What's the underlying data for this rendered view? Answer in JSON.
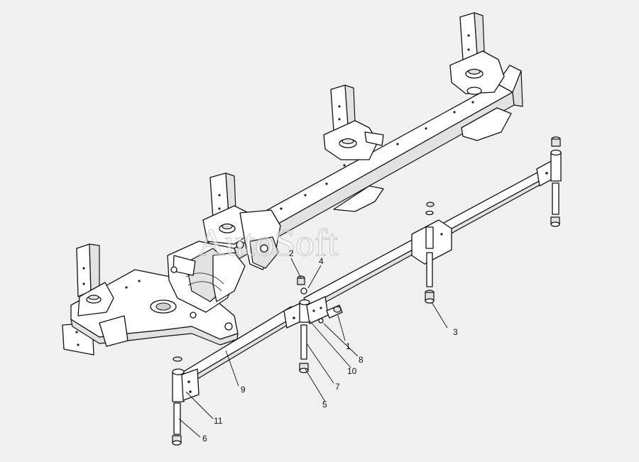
{
  "watermark": "AutoSoft",
  "callouts": [
    {
      "id": "c1",
      "label": "1"
    },
    {
      "id": "c2",
      "label": "2"
    },
    {
      "id": "c3",
      "label": "3"
    },
    {
      "id": "c4",
      "label": "4"
    },
    {
      "id": "c5",
      "label": "5"
    },
    {
      "id": "c6",
      "label": "6"
    },
    {
      "id": "c7",
      "label": "7"
    },
    {
      "id": "c8",
      "label": "8"
    },
    {
      "id": "c9",
      "label": "9"
    },
    {
      "id": "c10",
      "label": "10"
    },
    {
      "id": "c11",
      "label": "11"
    }
  ],
  "colors": {
    "background": "#f0f0f0",
    "line": "#111111",
    "fill": "#ffffff",
    "watermark": "#b0b0b0"
  }
}
